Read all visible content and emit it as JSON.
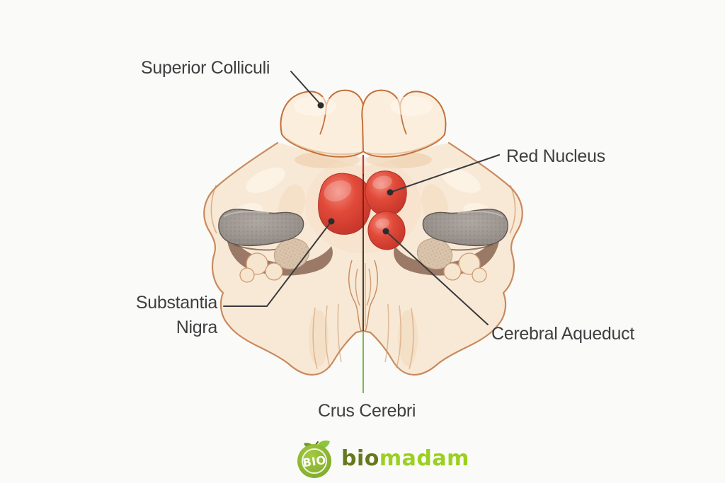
{
  "figure": {
    "labels": [
      {
        "id": "superior-colliculi",
        "text": "Superior Colliculi"
      },
      {
        "id": "red-nucleus",
        "text": "Red Nucleus"
      },
      {
        "id": "substantia-nigra",
        "text": "Substantia Nigra"
      },
      {
        "id": "cerebral-aqueduct",
        "text": "Cerebral Aqueduct"
      },
      {
        "id": "crus-cerebri",
        "text": "Crus Cerebri"
      }
    ],
    "colors": {
      "background": "#fafaf8",
      "brain_fill": "#f8e9d6",
      "brain_outline": "#c98a5e",
      "colliculus_outline": "#c4703a",
      "nucleus_red": "#e14a39",
      "substantia_gray": "#9c9590",
      "cavity_brown": "#9a7a66",
      "leader_line": "#3a3a3d",
      "crus_line_green": "#7cb84f"
    }
  },
  "branding": {
    "badge": {
      "text": "BIO",
      "icon": "leaf-icon",
      "green": "#8fbb33"
    },
    "wordmark_bio": "bio",
    "wordmark_madam": "madam",
    "wordmark_bio_color": "#66781d",
    "wordmark_madam_color": "#9ad01f"
  }
}
